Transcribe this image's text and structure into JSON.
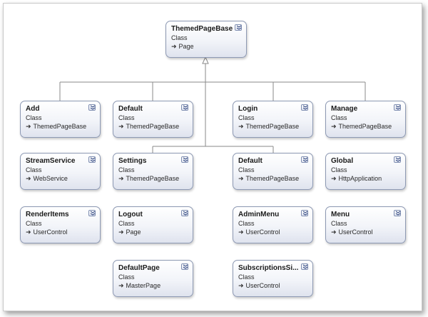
{
  "diagram": {
    "root": {
      "name": "ThemedPageBase",
      "kind": "Class",
      "base": "Page"
    },
    "classes": [
      {
        "id": "add",
        "name": "Add",
        "kind": "Class",
        "base": "ThemedPageBase"
      },
      {
        "id": "default1",
        "name": "Default",
        "kind": "Class",
        "base": "ThemedPageBase"
      },
      {
        "id": "login",
        "name": "Login",
        "kind": "Class",
        "base": "ThemedPageBase"
      },
      {
        "id": "manage",
        "name": "Manage",
        "kind": "Class",
        "base": "ThemedPageBase"
      },
      {
        "id": "streamservice",
        "name": "StreamService",
        "kind": "Class",
        "base": "WebService"
      },
      {
        "id": "settings",
        "name": "Settings",
        "kind": "Class",
        "base": "ThemedPageBase"
      },
      {
        "id": "default2",
        "name": "Default",
        "kind": "Class",
        "base": "ThemedPageBase"
      },
      {
        "id": "global",
        "name": "Global",
        "kind": "Class",
        "base": "HttpApplication"
      },
      {
        "id": "renderitems",
        "name": "RenderItems",
        "kind": "Class",
        "base": "UserControl"
      },
      {
        "id": "logout",
        "name": "Logout",
        "kind": "Class",
        "base": "Page"
      },
      {
        "id": "adminmenu",
        "name": "AdminMenu",
        "kind": "Class",
        "base": "UserControl"
      },
      {
        "id": "menu",
        "name": "Menu",
        "kind": "Class",
        "base": "UserControl"
      },
      {
        "id": "defaultpage",
        "name": "DefaultPage",
        "kind": "Class",
        "base": "MasterPage"
      },
      {
        "id": "subscriptions",
        "name": "SubscriptionsSi...",
        "kind": "Class",
        "base": "UserControl"
      }
    ]
  },
  "icons": {
    "inherits": "arrow-right-icon",
    "expand": "double-chevron-down-icon"
  },
  "colors": {
    "border": "#8d99b3",
    "connector": "#8a8a8a"
  }
}
